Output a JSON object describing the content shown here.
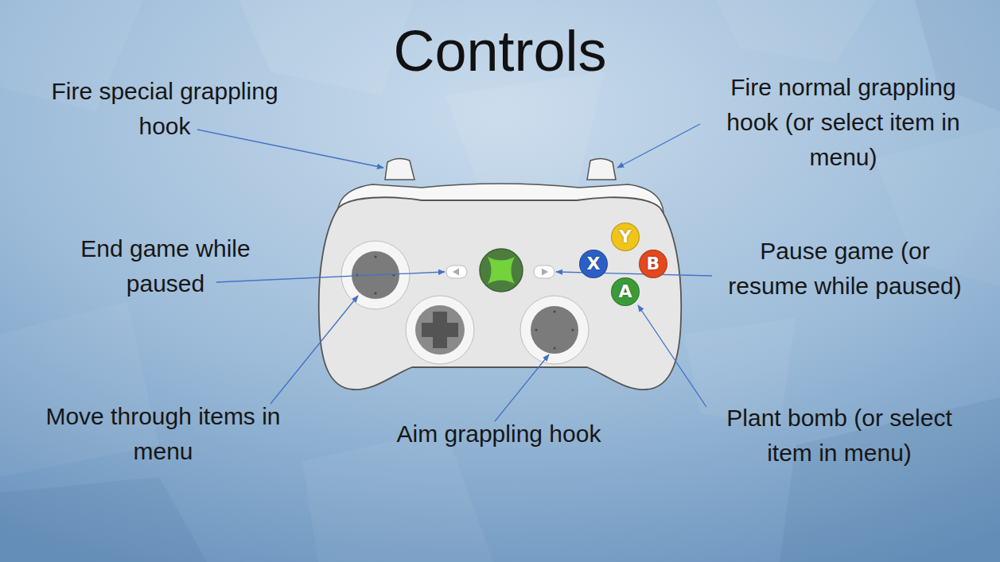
{
  "diagram": {
    "title": "Controls",
    "nodes": [
      {
        "text": [
          "Y"
        ]
      },
      {
        "text": [
          "X"
        ]
      },
      {
        "text": [
          "B"
        ]
      },
      {
        "text": [
          "A"
        ]
      }
    ],
    "labels": [
      "Fire special grappling hook",
      "Fire normal grappling hook (or select item in menu)",
      "End game while paused",
      "Pause game (or resume while paused)",
      "Move through items in menu",
      "Aim grappling hook",
      "Plant bomb (or select item in menu)"
    ]
  }
}
